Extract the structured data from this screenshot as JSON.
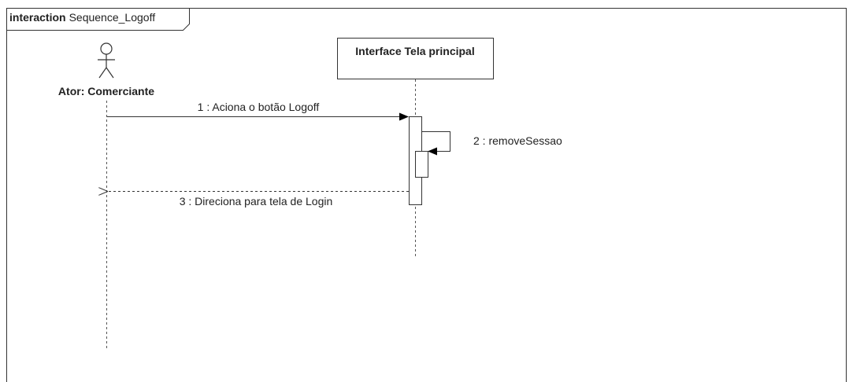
{
  "frame": {
    "keyword": "interaction",
    "name": "Sequence_Logoff"
  },
  "lifelines": [
    {
      "id": "actor",
      "kind": "actor",
      "label": "Ator: Comerciante"
    },
    {
      "id": "interface",
      "kind": "object",
      "label": "Interface Tela principal"
    }
  ],
  "messages": [
    {
      "label": "1 : Aciona o botão Logoff",
      "from": "actor",
      "to": "interface",
      "style": "synchronous"
    },
    {
      "label": "2 : removeSessao",
      "from": "interface",
      "to": "interface",
      "style": "self-call"
    },
    {
      "label": "3 : Direciona para tela de Login",
      "from": "interface",
      "to": "actor",
      "style": "reply"
    }
  ],
  "colors": {
    "line": "#333333",
    "lifeline_dash": "#555555",
    "text": "#222222",
    "background": "#ffffff"
  }
}
